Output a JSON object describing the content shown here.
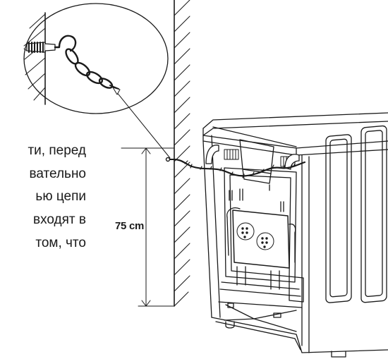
{
  "instruction_text": {
    "lines": [
      "ти, перед",
      "вательно",
      "ью цепи",
      "входят в",
      "том, что"
    ]
  },
  "dimension": {
    "label": "75 cm"
  },
  "colors": {
    "ink": "#1a1a1a",
    "paper": "#ffffff"
  }
}
